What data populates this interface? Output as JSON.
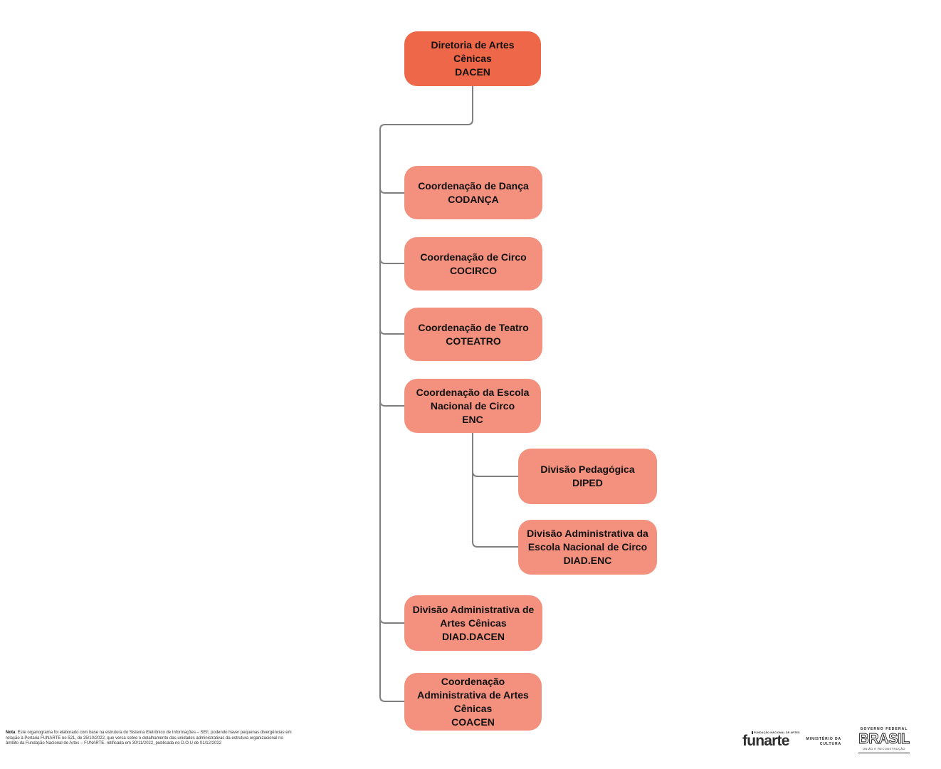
{
  "colors": {
    "node-root": "#EF6749",
    "node-child": "#F4907E",
    "connector": "#7F7F7F",
    "text": "#111111"
  },
  "org": {
    "type": "org-chart",
    "root": "DACEN",
    "hierarchy": {
      "DACEN": [
        "CODANÇA",
        "COCIRCO",
        "COTEATRO",
        "ENC",
        "DIAD.DACEN",
        "COACEN"
      ],
      "ENC": [
        "DIPED",
        "DIAD.ENC"
      ]
    }
  },
  "nodes": [
    {
      "title": "Diretoria de Artes Cênicas",
      "code": "DACEN"
    },
    {
      "title": "Coordenação de Dança",
      "code": "CODANÇA"
    },
    {
      "title": "Coordenação de Circo",
      "code": "COCIRCO"
    },
    {
      "title": "Coordenação de Teatro",
      "code": "COTEATRO"
    },
    {
      "title": "Coordenação da Escola Nacional de Circo",
      "code": "ENC"
    },
    {
      "title": "Divisão Pedagógica",
      "code": "DIPED"
    },
    {
      "title": "Divisão Administrativa da Escola Nacional de Circo",
      "code": "DIAD.ENC"
    },
    {
      "title": "Divisão Administrativa de Artes Cênicas",
      "code": "DIAD.DACEN"
    },
    {
      "title": "Coordenação Administrativa de Artes Cênicas",
      "code": "COACEN"
    }
  ],
  "footer": {
    "note": {
      "label": "Nota",
      "line1": ": Este organograma foi elaborado com base na estrutura do Sistema Eletrônico de Informações – SEI!, podendo haver pequenas divergências em",
      "line2": "relação à Portaria FUNARTE no 521, de 25/10/2022, que versa sobre o detalhamento das unidades administrativas da estrutura organizacional no",
      "line3": "âmbito da Fundação Nacional de Artes – FUNARTE. retificada em 30/11/2022, publicada no D.O.U de 01/12/2022"
    },
    "logos": {
      "funarte_small": "FUNDAÇÃO NACIONAL DE ARTES",
      "funarte_word": "funarte",
      "ministerio_line1": "MINISTÉRIO DA",
      "ministerio_line2": "CULTURA",
      "governo_top": "GOVERNO FEDERAL",
      "governo_brand": "BRASIL",
      "governo_bottom": "UNIÃO E RECONSTRUÇÃO"
    }
  }
}
